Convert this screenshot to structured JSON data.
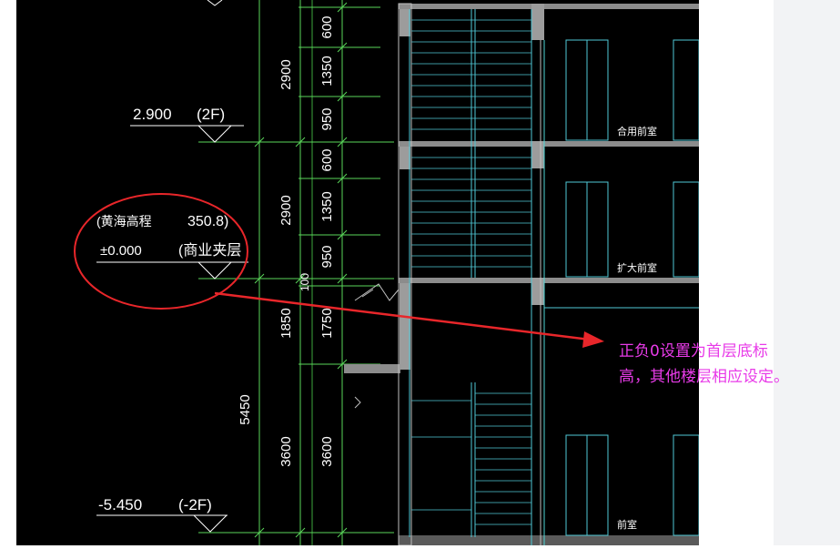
{
  "levels": {
    "l2f": {
      "value": "2.900",
      "floor": "(2F)"
    },
    "l0": {
      "note_prefix": "(黄海高程",
      "note_value": "350.8)",
      "value": "±0.000",
      "floor": "(商业夹层"
    },
    "lm2f": {
      "value": "-5.450",
      "floor": "(-2F)"
    }
  },
  "dims": {
    "d600a": "600",
    "d1350a": "1350",
    "d950a": "950",
    "d600b": "600",
    "d1350b": "1350",
    "d950b": "950",
    "d2900a": "2900",
    "d2900b": "2900",
    "d100": "100",
    "d1850": "1850",
    "d1750": "1750",
    "d5450": "5450",
    "d3600a": "3600",
    "d3600b": "3600"
  },
  "rooms": {
    "r1": "合用前室",
    "r2": "扩大前室",
    "r3": "前室"
  },
  "annotation": {
    "line1": "正负0设置为首层底标",
    "line2": "高，其他楼层相应设定。",
    "color": "#e83be8",
    "circle_color": "#e8262a"
  }
}
